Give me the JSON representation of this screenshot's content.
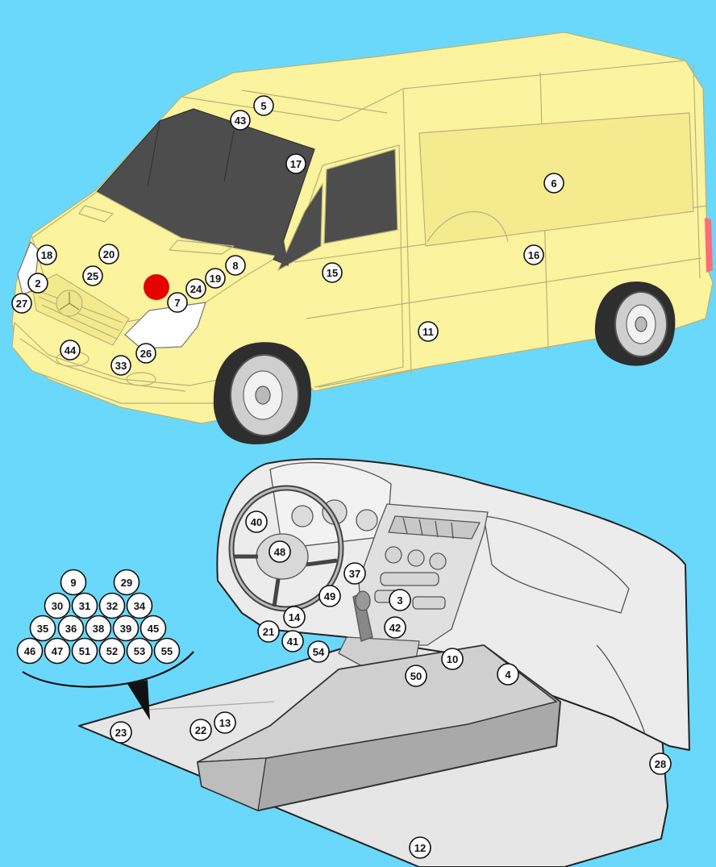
{
  "colors": {
    "background": "#6ad8fb",
    "van_body": "#fbf39d",
    "glass": "#4d4d4d",
    "interior": "#e6e6e6",
    "interior_dark": "#9a9a9a",
    "highlight_marker": "#e60000"
  },
  "van_callouts": [
    {
      "id": "5",
      "label": "5"
    },
    {
      "id": "43",
      "label": "43"
    },
    {
      "id": "17",
      "label": "17"
    },
    {
      "id": "6",
      "label": "6"
    },
    {
      "id": "18",
      "label": "18"
    },
    {
      "id": "20",
      "label": "20"
    },
    {
      "id": "25",
      "label": "25"
    },
    {
      "id": "2",
      "label": "2"
    },
    {
      "id": "27",
      "label": "27"
    },
    {
      "id": "8",
      "label": "8"
    },
    {
      "id": "19",
      "label": "19"
    },
    {
      "id": "24",
      "label": "24"
    },
    {
      "id": "7",
      "label": "7"
    },
    {
      "id": "15",
      "label": "15"
    },
    {
      "id": "16",
      "label": "16"
    },
    {
      "id": "11",
      "label": "11"
    },
    {
      "id": "44",
      "label": "44"
    },
    {
      "id": "33",
      "label": "33"
    },
    {
      "id": "26",
      "label": "26"
    }
  ],
  "interior_callouts": [
    {
      "id": "40",
      "label": "40"
    },
    {
      "id": "48",
      "label": "48"
    },
    {
      "id": "37",
      "label": "37"
    },
    {
      "id": "49",
      "label": "49"
    },
    {
      "id": "3",
      "label": "3"
    },
    {
      "id": "14",
      "label": "14"
    },
    {
      "id": "21",
      "label": "21"
    },
    {
      "id": "42",
      "label": "42"
    },
    {
      "id": "41",
      "label": "41"
    },
    {
      "id": "54",
      "label": "54"
    },
    {
      "id": "10",
      "label": "10"
    },
    {
      "id": "4",
      "label": "4"
    },
    {
      "id": "50",
      "label": "50"
    },
    {
      "id": "13",
      "label": "13"
    },
    {
      "id": "22",
      "label": "22"
    },
    {
      "id": "23",
      "label": "23"
    },
    {
      "id": "28",
      "label": "28"
    },
    {
      "id": "12",
      "label": "12"
    }
  ],
  "cluster_callouts": [
    {
      "id": "9",
      "label": "9"
    },
    {
      "id": "29",
      "label": "29"
    },
    {
      "id": "30",
      "label": "30"
    },
    {
      "id": "31",
      "label": "31"
    },
    {
      "id": "32",
      "label": "32"
    },
    {
      "id": "34",
      "label": "34"
    },
    {
      "id": "35",
      "label": "35"
    },
    {
      "id": "36",
      "label": "36"
    },
    {
      "id": "38",
      "label": "38"
    },
    {
      "id": "39",
      "label": "39"
    },
    {
      "id": "45",
      "label": "45"
    },
    {
      "id": "46",
      "label": "46"
    },
    {
      "id": "47",
      "label": "47"
    },
    {
      "id": "51",
      "label": "51"
    },
    {
      "id": "52",
      "label": "52"
    },
    {
      "id": "53",
      "label": "53"
    },
    {
      "id": "55",
      "label": "55"
    }
  ]
}
